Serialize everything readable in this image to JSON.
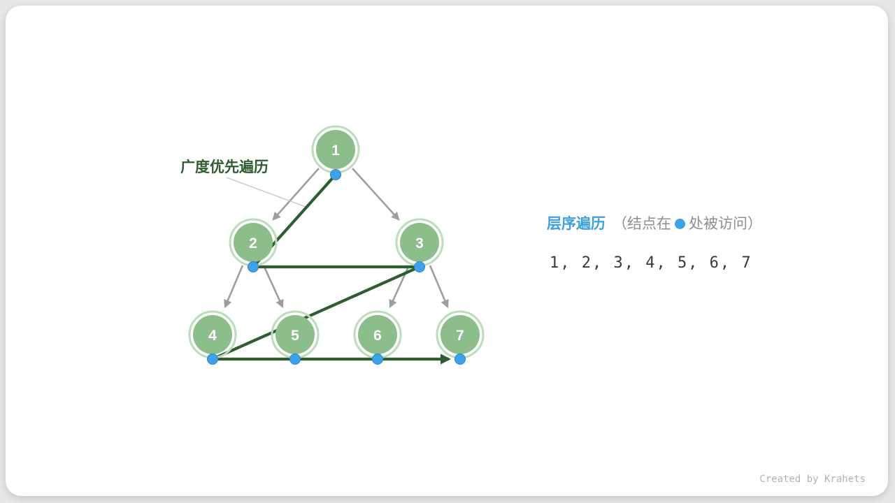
{
  "diagram": {
    "bfs_label": "广度优先遍历",
    "nodes": [
      {
        "value": "1"
      },
      {
        "value": "2"
      },
      {
        "value": "3"
      },
      {
        "value": "4"
      },
      {
        "value": "5"
      },
      {
        "value": "6"
      },
      {
        "value": "7"
      }
    ],
    "edges": [
      [
        1,
        2
      ],
      [
        1,
        3
      ],
      [
        2,
        4
      ],
      [
        2,
        5
      ],
      [
        3,
        6
      ],
      [
        3,
        7
      ]
    ],
    "traversal_order": [
      1,
      2,
      3,
      4,
      5,
      6,
      7
    ]
  },
  "legend": {
    "title": "层序遍历",
    "note_open": "（结点在",
    "note_close": "处被访问）",
    "sequence": "1, 2, 3, 4, 5, 6, 7"
  },
  "credit": {
    "text": "Created by Krahets"
  },
  "colors": {
    "page_background": "#e7e7e7",
    "card_background": "#ffffff",
    "node_fill": "#8cbe8c",
    "node_ring": "#bcddbc",
    "tree_edge_gray": "#9e9e9e",
    "bfs_path_green": "#2e5d32",
    "visit_dot_blue": "#3da2e8",
    "legend_title_blue": "#3d9fe0",
    "legend_note_gray": "#8f8f8f",
    "sequence_text": "#3a3a3a",
    "credit_gray": "#b3b3b3"
  }
}
